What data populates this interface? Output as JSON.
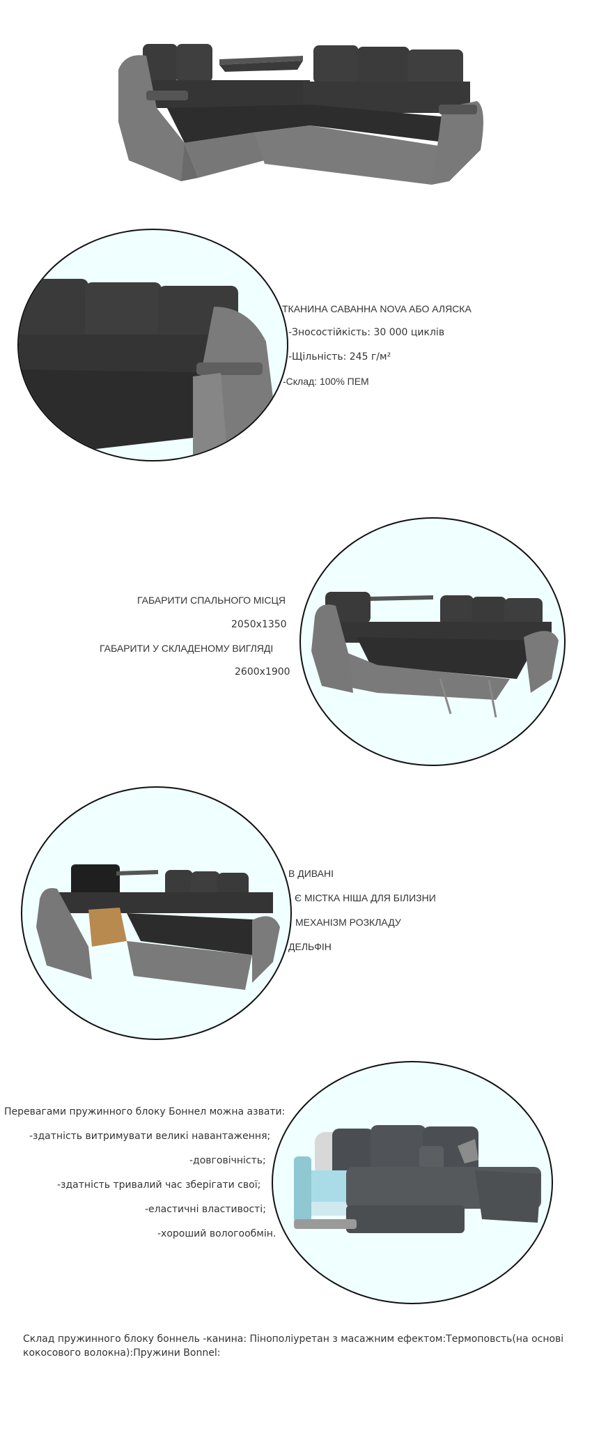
{
  "section1": {
    "title": "ТКАНИНА САВАННА NOVA АБО АЛЯСКА",
    "lines": [
      "-Зносостійкість: 30 000 циклів",
      "-Щільність: 245 г/м²",
      "-Склад: 100% ПЕМ"
    ]
  },
  "section2": {
    "lines": [
      "ГАБАРИТИ СПАЛЬНОГО МІСЦЯ",
      "2050x1350",
      "ГАБАРИТИ У СКЛАДЕНОМУ ВИГЛЯДІ",
      "2600x1900"
    ]
  },
  "section3": {
    "lines": [
      "В ДИВАНІ",
      "Є МІСТКА НІША ДЛЯ БІЛИЗНИ",
      "МЕХАНІЗМ РОЗКЛАДУ",
      "ДЕЛЬФІН"
    ]
  },
  "section4": {
    "lines": [
      "Перевагами пружинного блоку Боннел можна азвати:",
      "-здатність витримувати великі навантаження;",
      "-довговічність;",
      "-здатність тривалий час зберігати свої;",
      "-еластичні властивості;",
      "-хороший вологообмін."
    ]
  },
  "footer": {
    "text": "Склад пружинного блоку боннель -канина: Пінополіуретан з масажним ефектом:Термоповсть(на основі кокосового волокна):Пружини Bonnel:"
  }
}
